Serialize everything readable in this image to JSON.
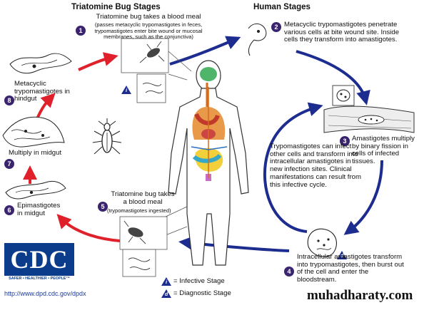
{
  "titles": {
    "triatomine": "Triatomine Bug Stages",
    "human": "Human Stages"
  },
  "steps": {
    "s1": {
      "num": "1",
      "title": "Triatomine bug takes a blood meal",
      "detail": "(passes metacyclic trypomastigotes in feces, trypomastigotes enter bite wound or mucosal membranes, such as the conjunctiva)"
    },
    "s2": {
      "num": "2",
      "text": "Metacyclic trypomastigotes penetrate various cells at bite wound site.  Inside cells they transform into amastigotes."
    },
    "s3": {
      "num": "3",
      "text": "Amastigotes multiply by binary fission in cells of infected tissues."
    },
    "s4": {
      "num": "4",
      "text": "Intracellular amastigotes transform into trypomastigotes, then burst out of the cell and enter the bloodstream."
    },
    "s5": {
      "num": "5",
      "title": "Triatomine bug takes a blood meal",
      "detail": "(trypomastigotes ingested)"
    },
    "s6": {
      "num": "6",
      "text": "Epimastigotes in midgut"
    },
    "s7": {
      "num": "7",
      "text": "Multiply in midgut"
    },
    "s8": {
      "num": "8",
      "text": "Metacyclic trypomastigotes in hindgut"
    }
  },
  "center_text": "Trypomastigotes can infect other cells and transform into intracellular amastigotes in new infection sites. Clinical manifestations can result from this infective cycle.",
  "legend": {
    "infective_symbol": "i",
    "infective_label": "= Infective Stage",
    "diagnostic_symbol": "d",
    "diagnostic_label": "= Diagnostic Stage"
  },
  "logo": {
    "name": "CDC",
    "tagline": "SAFER • HEALTHIER • PEOPLE™"
  },
  "url": "http://www.dpd.cdc.gov/dpdx",
  "watermark": "muhadharaty.com",
  "colors": {
    "human_arrow": "#1c2c8f",
    "bug_arrow": "#e0212b",
    "marker": "#3a2470",
    "cdc_blue": "#0b3c8c"
  }
}
